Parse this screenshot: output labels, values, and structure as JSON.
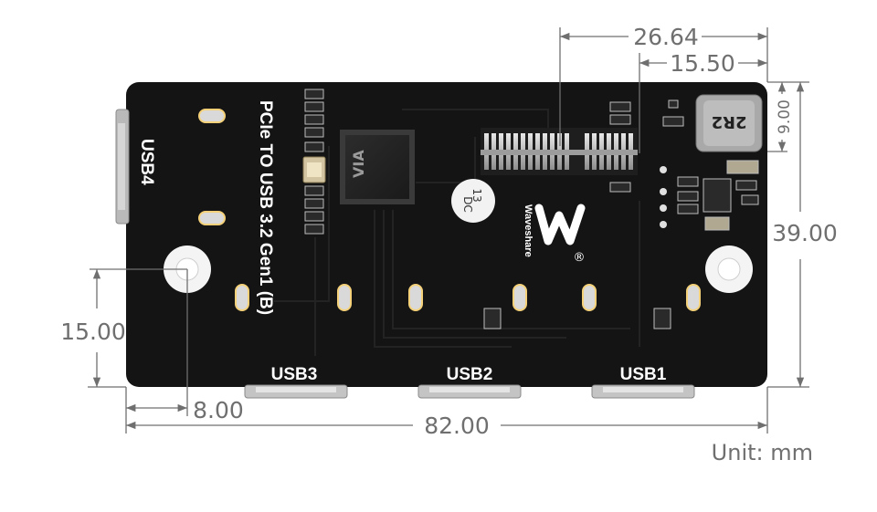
{
  "board": {
    "title": "PCIe TO USB 3.2 Gen1 (B)",
    "brand": "Waveshare",
    "registered_mark": "®",
    "inductor_label": "2R2",
    "crystal_label": "13",
    "crystal_label_2": "DC",
    "ports": {
      "usb1": "USB1",
      "usb2": "USB2",
      "usb3": "USB3",
      "usb4": "USB4"
    },
    "colors": {
      "pcb": "#141414",
      "silkscreen": "#ffffff",
      "pad": "#d8d8d8",
      "component": "#c8c8c8",
      "dimension": "#6f6f6f"
    }
  },
  "dimensions": {
    "width_overall": "82.00",
    "height_overall": "39.00",
    "connector_offset": "26.64",
    "connector_offset_2": "15.50",
    "inductor_offset": "9.00",
    "hole_height": "15.00",
    "hole_offset": "8.00",
    "unit": "Unit: mm"
  }
}
